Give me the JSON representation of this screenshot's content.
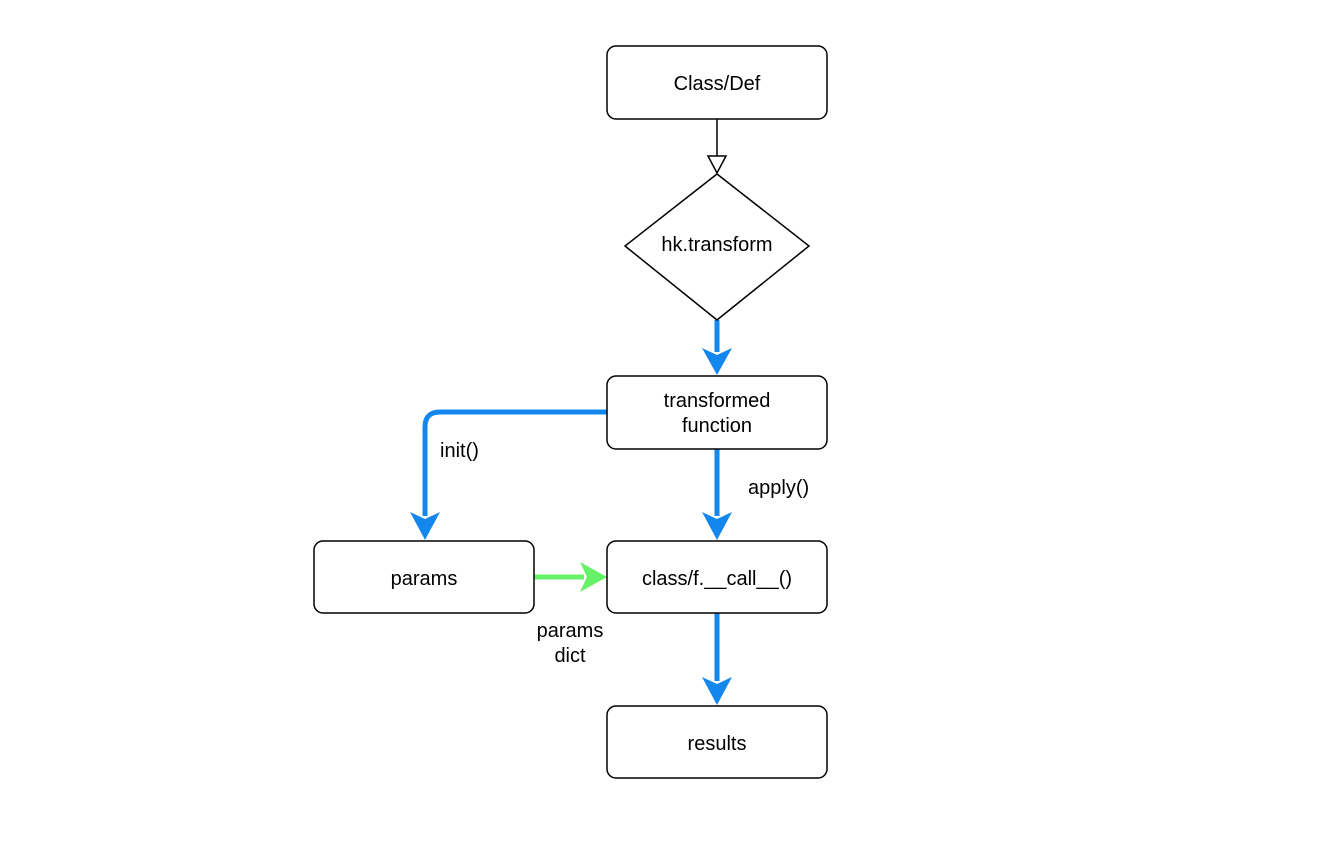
{
  "colors": {
    "flow_arrow": "#1387EE",
    "params_arrow": "#66F266",
    "inherit_arrow": "#000000",
    "node_border": "#000000",
    "background": "#FFFFFF"
  },
  "nodes": {
    "class_def": {
      "label": "Class/Def",
      "shape": "rounded-rectangle"
    },
    "hk_transform": {
      "label": "hk.transform",
      "shape": "diamond"
    },
    "transformed_function": {
      "label_line1": "transformed",
      "label_line2": "function",
      "shape": "rounded-rectangle"
    },
    "params": {
      "label": "params",
      "shape": "rounded-rectangle"
    },
    "call": {
      "label": "class/f.__call__()",
      "shape": "rounded-rectangle"
    },
    "results": {
      "label": "results",
      "shape": "rounded-rectangle"
    }
  },
  "edges": {
    "class_to_transform": {
      "label": "",
      "style": "hollow-triangle-arrow"
    },
    "transform_to_transformed": {
      "label": "",
      "style": "flow-arrow"
    },
    "init": {
      "label": "init()",
      "style": "flow-arrow"
    },
    "apply": {
      "label": "apply()",
      "style": "flow-arrow"
    },
    "params_to_call": {
      "label_line1": "params",
      "label_line2": "dict",
      "style": "params-arrow"
    },
    "call_to_results": {
      "label": "",
      "style": "flow-arrow"
    }
  }
}
